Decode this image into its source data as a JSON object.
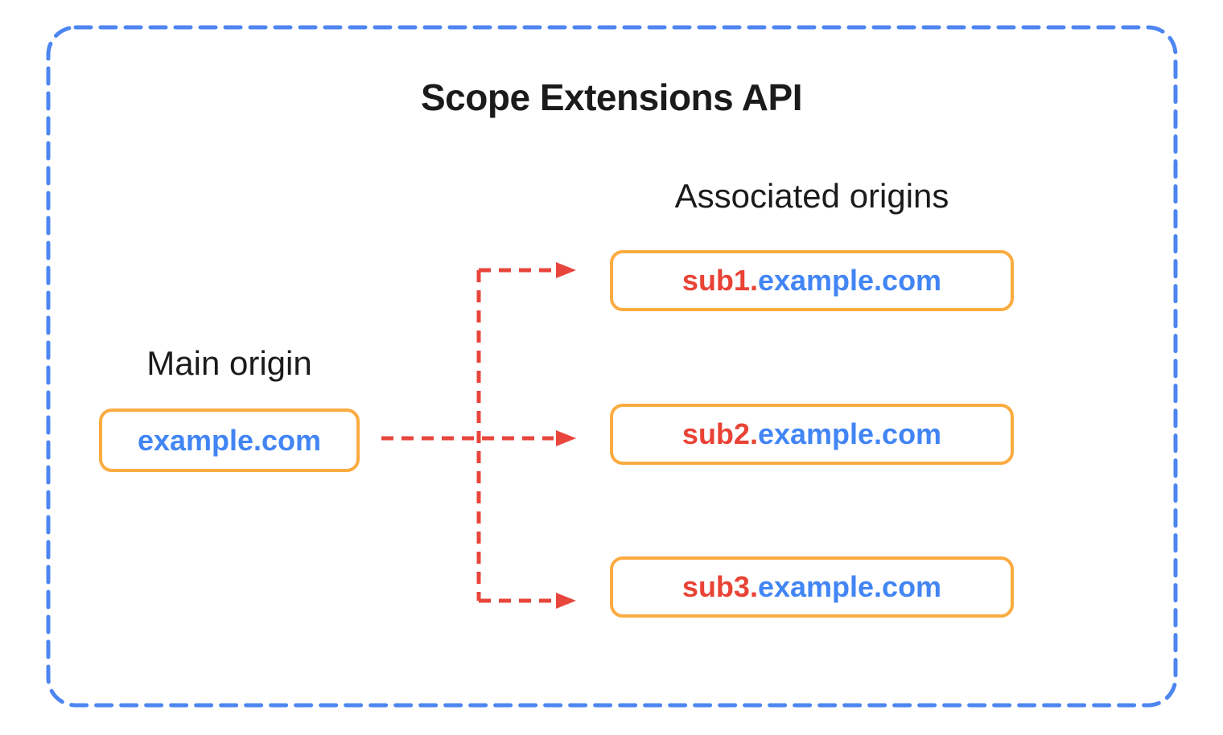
{
  "diagram": {
    "title": "Scope Extensions API",
    "main_origin": {
      "label": "Main origin",
      "domain": "example.com"
    },
    "associated_origins": {
      "label": "Associated origins",
      "items": [
        {
          "subdomain": "sub1.",
          "domain": "example.com"
        },
        {
          "subdomain": "sub2.",
          "domain": "example.com"
        },
        {
          "subdomain": "sub3.",
          "domain": "example.com"
        }
      ]
    },
    "colors": {
      "border_blue": "#4d86f0",
      "box_orange": "#fbab40",
      "text_blue": "#4285f4",
      "text_red": "#e94335",
      "arrow_red": "#e8453c"
    }
  }
}
